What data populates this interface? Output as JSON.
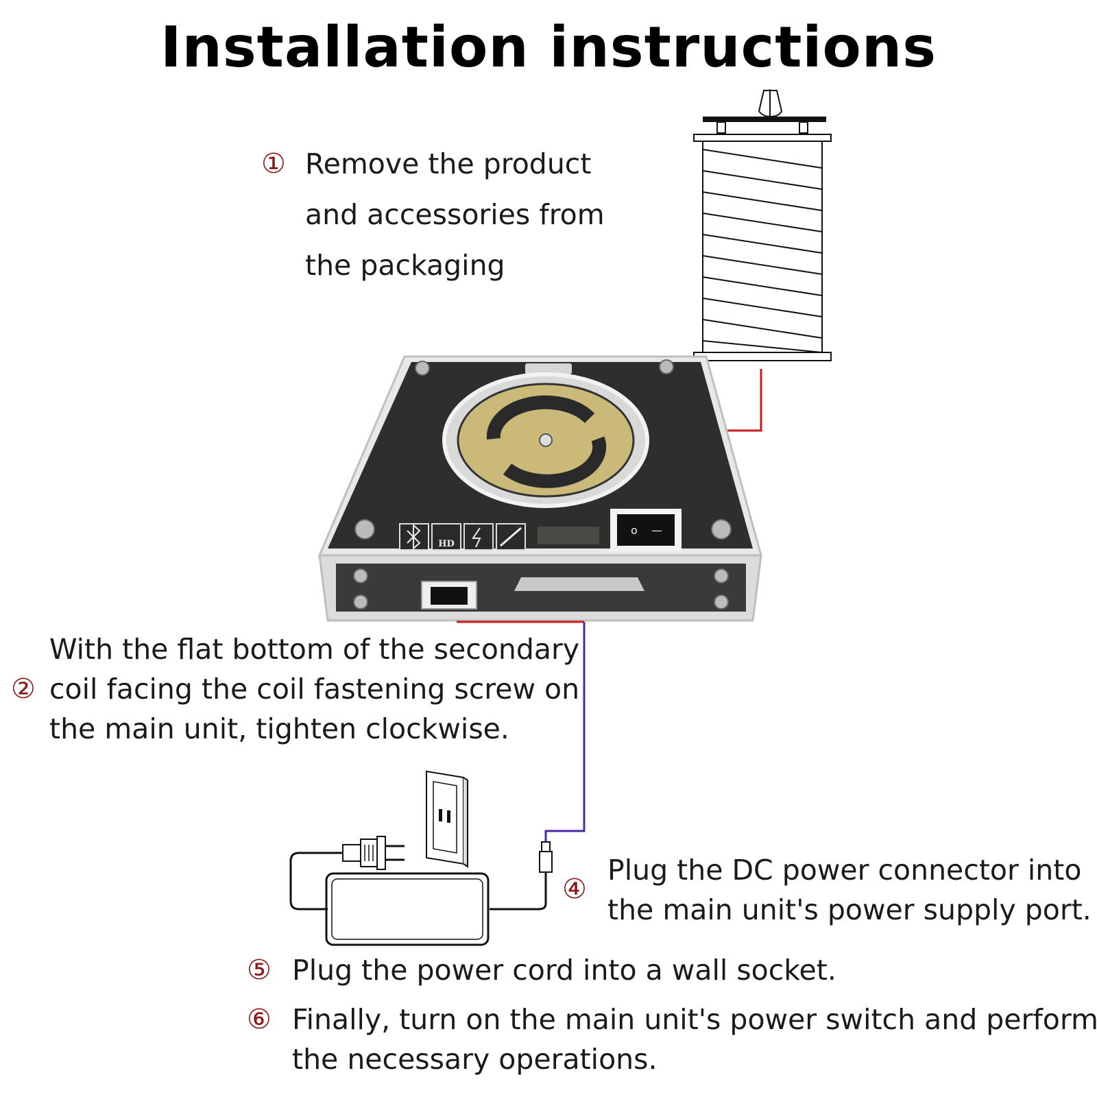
{
  "title": "Installation instructions",
  "colors": {
    "step_number": "#8b1a1a",
    "wire_red": "#cc1a1a",
    "wire_purple": "#4b2aa8",
    "unit_body": "#2e2e2e",
    "coil_plate": "#cbb97a"
  },
  "device": {
    "panel_icons": [
      "bluetooth-icon",
      "music-hd-icon",
      "power-icon",
      "arc-icon"
    ],
    "hd_label": "HD",
    "switch_off": "o",
    "switch_on": "—"
  },
  "steps": [
    {
      "number": "①",
      "lines": [
        "Remove the product",
        "and accessories from",
        "the packaging"
      ]
    },
    {
      "number": "②",
      "lines": [
        "With the flat bottom of the secondary",
        "coil facing the coil fastening screw on",
        "the main unit, tighten clockwise."
      ]
    },
    {
      "number": "④",
      "lines": [
        "Plug the DC power connector into",
        "the main unit's power supply port."
      ]
    },
    {
      "number": "⑤",
      "lines": [
        "Plug the power cord into a wall socket."
      ]
    },
    {
      "number": "⑥",
      "lines": [
        "Finally, turn on the main unit's power switch and perform",
        "the necessary operations."
      ]
    }
  ]
}
